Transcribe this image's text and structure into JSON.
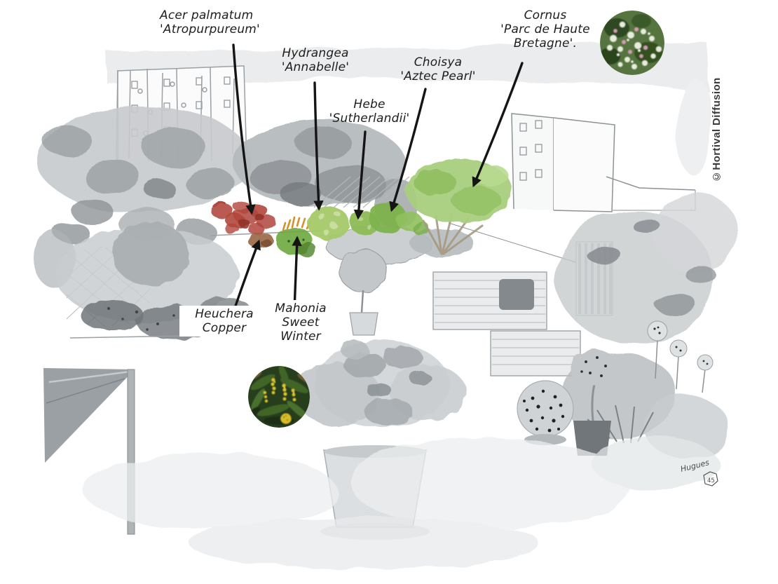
{
  "figure": {
    "credit": "©Hortival Diffusion",
    "signature": "Hugues",
    "signature_badge": "45"
  },
  "plant_labels": {
    "acer": "Acer palmatum\n'Atropurpureum'",
    "hydrangea": "Hydrangea\n'Annabelle'",
    "choisya": "Choisya\n'Aztec Pearl'",
    "hebe": "Hebe\n'Sutherlandii'",
    "cornus": "Cornus\n'Parc de Haute\nBretagne'.",
    "heuchera": "Heuchera\nCopper",
    "mahonia": "Mahonia\nSweet\nWinter"
  },
  "photos": {
    "cornus_photo": "Cornus 'Parc de Haute Bretagne' bloom photo",
    "mahonia_photo": "Mahonia Sweet Winter bloom photo"
  },
  "colors": {
    "acer_red": "#b0463c",
    "hydrangea_green": "#a5c968",
    "hebe_green": "#8cbb55",
    "choisya_green": "#7db24d",
    "cornus_green": "#a9cf7d",
    "mahonia_green": "#6ea83f",
    "mahonia_orange": "#d2902e",
    "heuchera_copper": "#9a6848",
    "ink": "#151515"
  }
}
